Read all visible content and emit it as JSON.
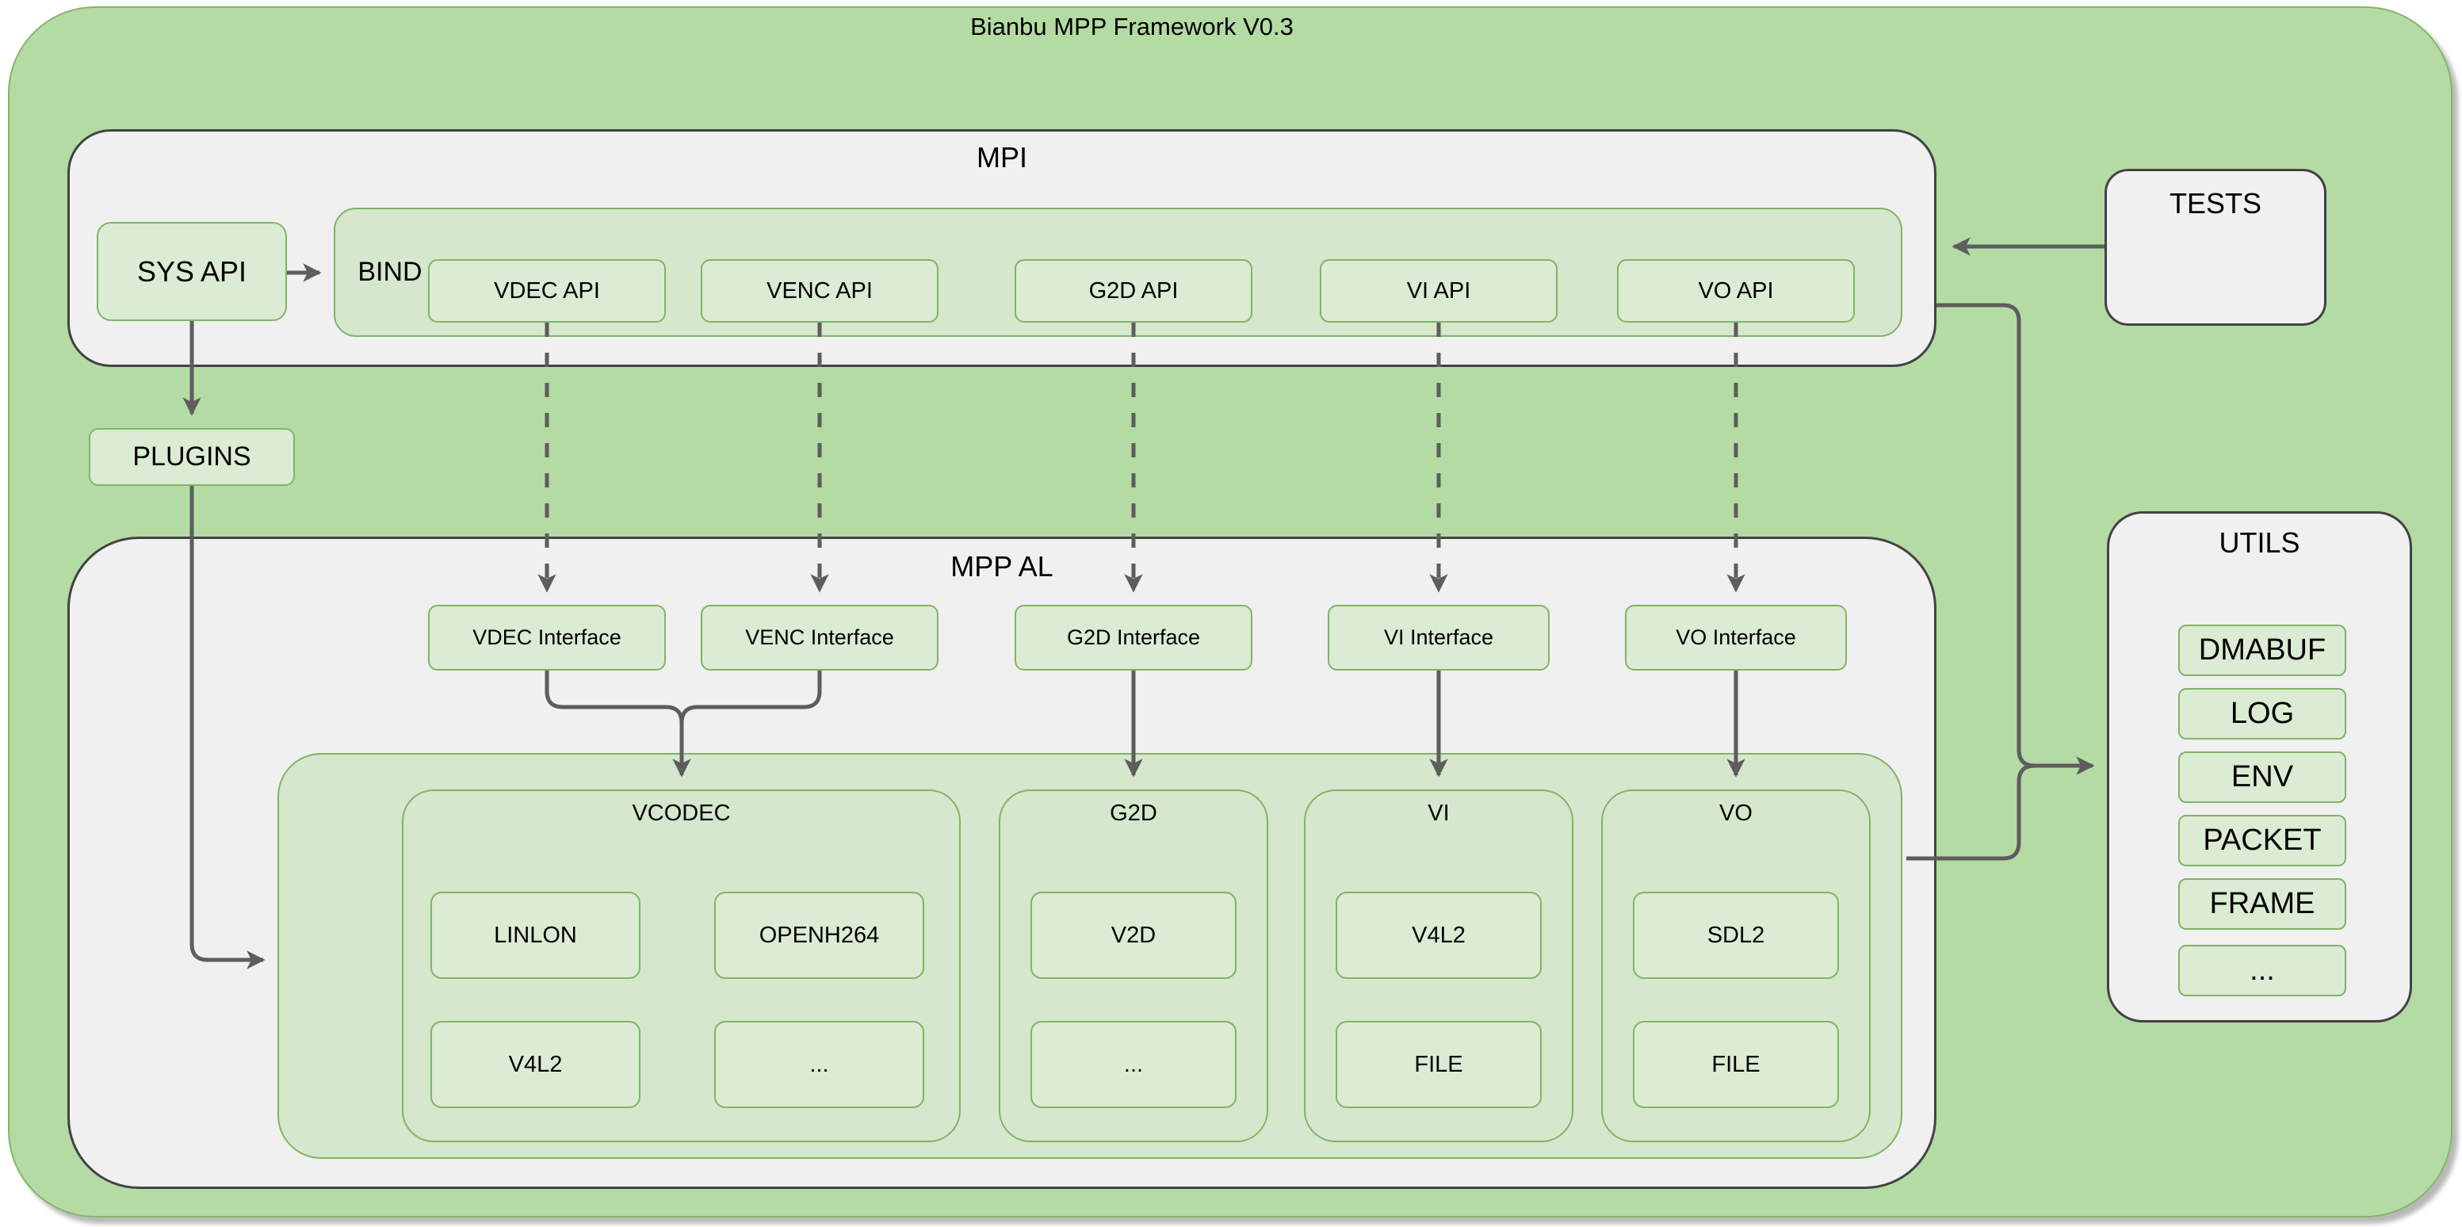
{
  "title": "Bianbu MPP Framework V0.3",
  "mpi": {
    "title": "MPI",
    "sys_api": "SYS API",
    "bind_label": "BIND",
    "apis": [
      "VDEC API",
      "VENC API",
      "G2D API",
      "VI API",
      "VO API"
    ]
  },
  "plugins": {
    "label": "PLUGINS"
  },
  "tests": {
    "title": "TESTS"
  },
  "utils": {
    "title": "UTILS",
    "items": [
      "DMABUF",
      "LOG",
      "ENV",
      "PACKET",
      "FRAME",
      "..."
    ]
  },
  "mpp_al": {
    "title": "MPP AL",
    "interfaces": [
      "VDEC Interface",
      "VENC Interface",
      "G2D Interface",
      "VI Interface",
      "VO Interface"
    ],
    "modules": [
      {
        "title": "VCODEC",
        "items": [
          "LINLON",
          "OPENH264",
          "V4L2",
          "..."
        ]
      },
      {
        "title": "G2D",
        "items": [
          "V2D",
          "..."
        ]
      },
      {
        "title": "VI",
        "items": [
          "V4L2",
          "FILE"
        ]
      },
      {
        "title": "VO",
        "items": [
          "SDL2",
          "FILE"
        ]
      }
    ]
  },
  "colors": {
    "frame_green": "#b4dba3",
    "container_green": "#d5e7cc",
    "leaf_green": "#dcebd3",
    "green_border": "#82b366",
    "gray_fill": "#f0f0f0",
    "gray_border": "#424242",
    "connector": "#5d5d5d"
  }
}
